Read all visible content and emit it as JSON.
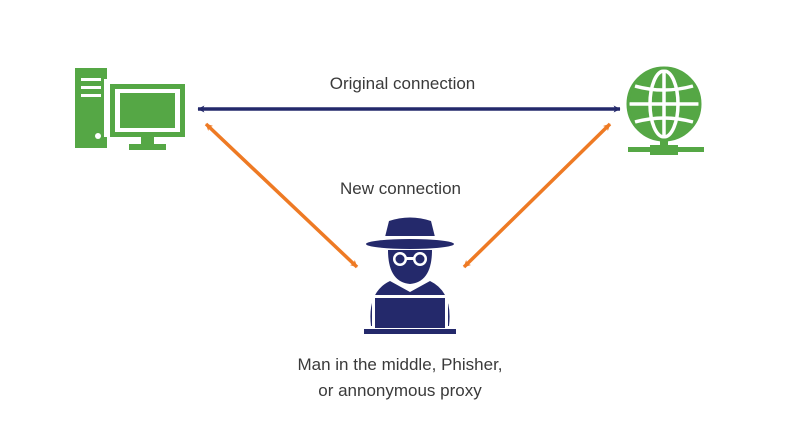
{
  "diagram": {
    "labels": {
      "original_connection": "Original connection",
      "new_connection": "New connection",
      "attacker_line1": "Man in the middle, Phisher,",
      "attacker_line2": "or annonymous proxy"
    },
    "nodes": [
      {
        "id": "client",
        "icon": "desktop-computer-icon"
      },
      {
        "id": "server",
        "icon": "globe-network-icon"
      },
      {
        "id": "attacker",
        "icon": "spy-hacker-laptop-icon"
      }
    ],
    "connections": [
      {
        "from": "client",
        "to": "server",
        "kind": "original",
        "direction": "both"
      },
      {
        "from": "client",
        "to": "attacker",
        "kind": "new",
        "direction": "both"
      },
      {
        "from": "attacker",
        "to": "server",
        "kind": "new",
        "direction": "both"
      }
    ],
    "colors": {
      "node_green": "#55a745",
      "original_connection": "#24296b",
      "new_connection": "#ee7a24",
      "attacker": "#24296b",
      "text": "#3a3a3a"
    }
  }
}
